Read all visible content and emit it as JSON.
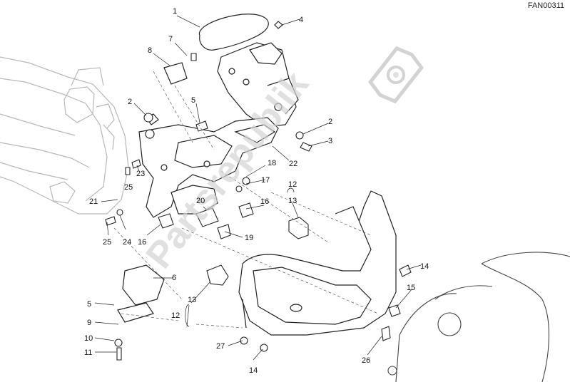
{
  "figure_code": "FAN00311",
  "watermark": {
    "text": "Partsrepublik",
    "color": "#d3d3d3"
  },
  "colors": {
    "line": "#222222",
    "frame": "#b8b8b8",
    "fill": "#ffffff"
  },
  "callouts": [
    {
      "id": "c1",
      "label": "1"
    },
    {
      "id": "c4",
      "label": "4"
    },
    {
      "id": "c7",
      "label": "7"
    },
    {
      "id": "c8",
      "label": "8"
    },
    {
      "id": "c2a",
      "label": "2"
    },
    {
      "id": "c5a",
      "label": "5"
    },
    {
      "id": "c2b",
      "label": "2"
    },
    {
      "id": "c3",
      "label": "3"
    },
    {
      "id": "c22",
      "label": "22"
    },
    {
      "id": "c23",
      "label": "23"
    },
    {
      "id": "c25a",
      "label": "25"
    },
    {
      "id": "c18",
      "label": "18"
    },
    {
      "id": "c17",
      "label": "17"
    },
    {
      "id": "c12a",
      "label": "12"
    },
    {
      "id": "c13a",
      "label": "13"
    },
    {
      "id": "c21",
      "label": "21"
    },
    {
      "id": "c20",
      "label": "20"
    },
    {
      "id": "c16a",
      "label": "16"
    },
    {
      "id": "c16b",
      "label": "16"
    },
    {
      "id": "c19",
      "label": "19"
    },
    {
      "id": "c25b",
      "label": "25"
    },
    {
      "id": "c24",
      "label": "24"
    },
    {
      "id": "c6",
      "label": "6"
    },
    {
      "id": "c14a",
      "label": "14"
    },
    {
      "id": "c5b",
      "label": "5"
    },
    {
      "id": "c13b",
      "label": "13"
    },
    {
      "id": "c12b",
      "label": "12"
    },
    {
      "id": "c15",
      "label": "15"
    },
    {
      "id": "c9",
      "label": "9"
    },
    {
      "id": "c10",
      "label": "10"
    },
    {
      "id": "c11",
      "label": "11"
    },
    {
      "id": "c27",
      "label": "27"
    },
    {
      "id": "c26",
      "label": "26"
    },
    {
      "id": "c14b",
      "label": "14"
    }
  ]
}
